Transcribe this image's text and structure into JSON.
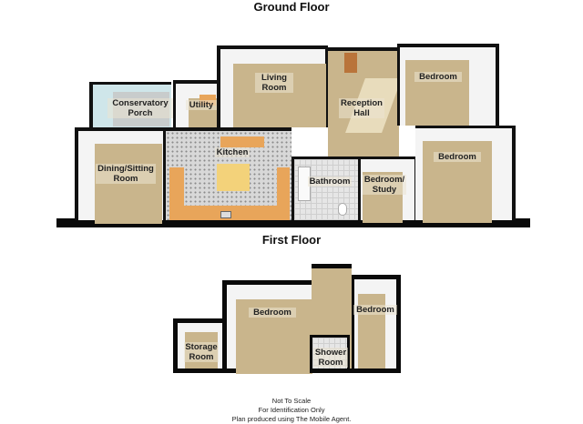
{
  "ground_floor": {
    "title": "Ground Floor",
    "rooms": [
      {
        "name": "Conservatory Porch"
      },
      {
        "name": "Utility"
      },
      {
        "name": "Living Room"
      },
      {
        "name": "Reception Hall"
      },
      {
        "name": "Bedroom"
      },
      {
        "name": "Dining/Sitting Room"
      },
      {
        "name": "Kitchen"
      },
      {
        "name": "Bathroom"
      },
      {
        "name": "Bedroom/ Study"
      },
      {
        "name": "Bedroom"
      }
    ]
  },
  "first_floor": {
    "title": "First Floor",
    "rooms": [
      {
        "name": "Storage Room"
      },
      {
        "name": "Bedroom"
      },
      {
        "name": "Shower Room"
      },
      {
        "name": "Bedroom"
      }
    ]
  },
  "footer": {
    "line1": "Not To Scale",
    "line2": "For Identification Only",
    "line3": "Plan produced using The Mobile Agent."
  },
  "colors": {
    "floor": "#c9b58c",
    "wall": "#0a0a0a",
    "counter": "#e8a55a"
  }
}
